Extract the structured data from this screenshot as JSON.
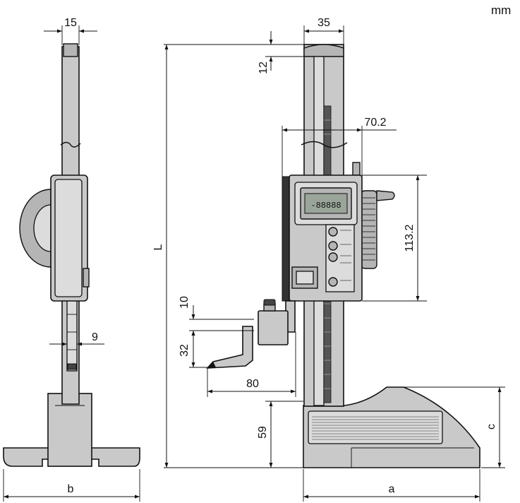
{
  "unit": "mm",
  "dimensions": {
    "side_beam_width": "15",
    "side_scriber_thickness": "9",
    "side_base_width": "b",
    "beam_width": "35",
    "beam_top_offset": "12",
    "slider_depth": "70.2",
    "slider_height": "113.2",
    "overall_height": "L",
    "scriber_thickness": "10",
    "scriber_offset": "32",
    "scriber_reach": "80",
    "base_height": "59",
    "base_rear_height": "c",
    "base_length": "a"
  },
  "display": {
    "readout": "-88888"
  }
}
